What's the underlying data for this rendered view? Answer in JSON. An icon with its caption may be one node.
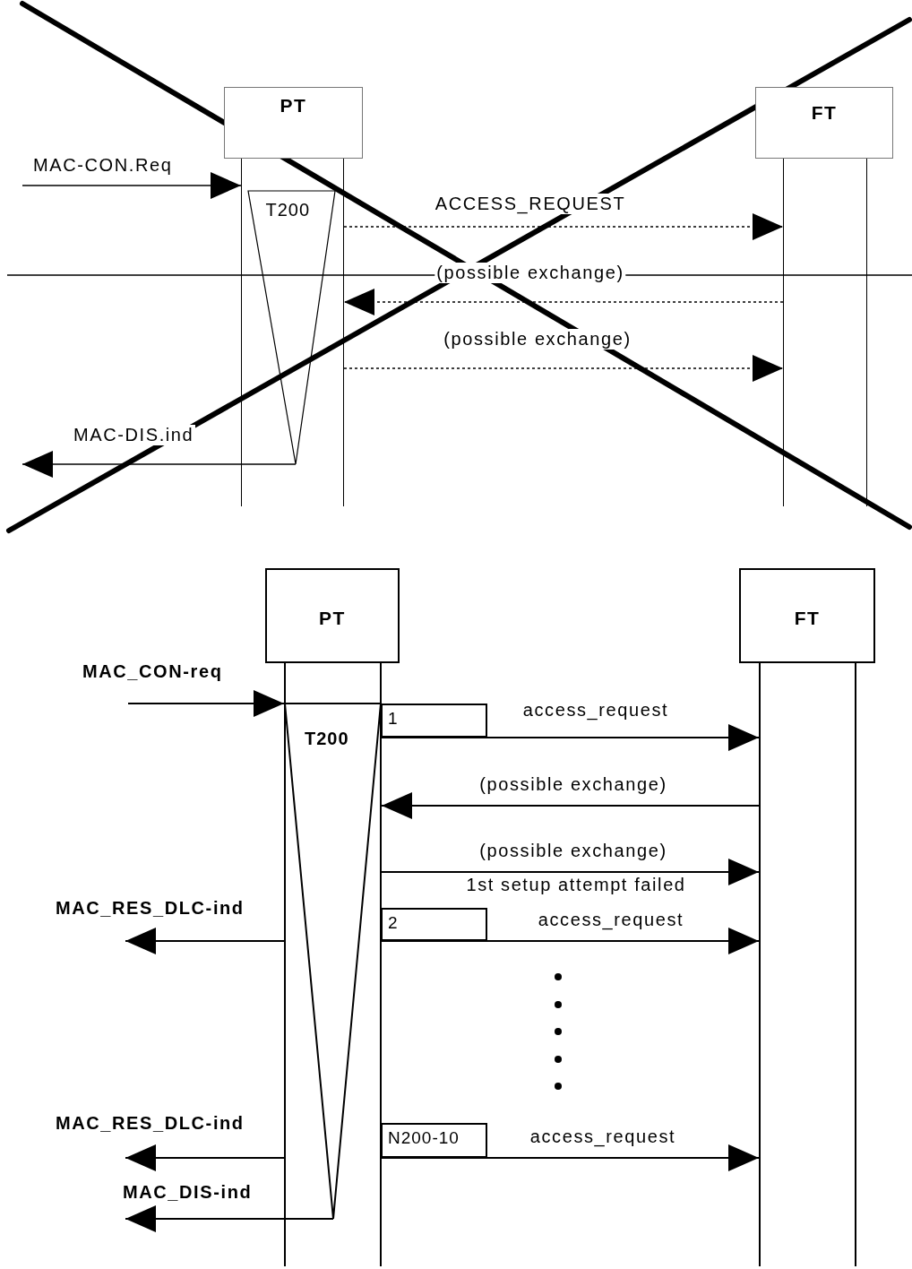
{
  "diagram": {
    "nodes": [
      {
        "text": [
          "PT"
        ]
      },
      {
        "text": [
          "FT"
        ]
      },
      {
        "text": [],
        "shape": "bar"
      },
      {
        "text": [],
        "shape": "bar"
      },
      {
        "text": [
          "T200"
        ],
        "in": 2
      },
      {
        "text": [
          "PT"
        ]
      },
      {
        "text": [
          "FT"
        ]
      },
      {
        "text": [],
        "shape": "bar"
      },
      {
        "text": [],
        "shape": "bar"
      },
      {
        "text": [
          "T200"
        ],
        "in": 7
      },
      {
        "text": [
          "1"
        ]
      },
      {
        "text": [
          "2"
        ]
      },
      {
        "text": [
          "N200-10"
        ]
      }
    ],
    "edges": [
      {
        "from": null,
        "to": 2,
        "arrow": "to",
        "label": "MAC-CON.Req"
      },
      {
        "from": 2,
        "to": 3,
        "arrow": "to",
        "label": "ACCESS_REQUEST",
        "style": "dashed"
      },
      {
        "from": 3,
        "to": 2,
        "arrow": "to",
        "label": "(possible exchange)",
        "style": "dashed"
      },
      {
        "from": 2,
        "to": 3,
        "arrow": "to",
        "label": "(possible exchange)",
        "style": "dashed"
      },
      {
        "from": 4,
        "to": null,
        "arrow": "to",
        "label": "MAC-DIS.ind"
      },
      {
        "from": null,
        "to": 7,
        "arrow": "to",
        "label": "MAC_CON-req"
      },
      {
        "from": 7,
        "to": 8,
        "arrow": "to",
        "label": "access_request"
      },
      {
        "from": 8,
        "to": 7,
        "arrow": "to",
        "label": "(possible exchange)"
      },
      {
        "from": 7,
        "to": 8,
        "arrow": "to",
        "label": "(possible exchange)"
      },
      {
        "from": 7,
        "to": null,
        "arrow": "to",
        "label": "MAC_RES_DLC-ind"
      },
      {
        "from": 7,
        "to": 8,
        "arrow": "to",
        "label": "access_request"
      },
      {
        "from": 7,
        "to": null,
        "arrow": "to",
        "label": "MAC_RES_DLC-ind"
      },
      {
        "from": 7,
        "to": 8,
        "arrow": "to",
        "label": "access_request"
      },
      {
        "from": 9,
        "to": null,
        "arrow": "to",
        "label": "MAC_DIS-ind"
      }
    ],
    "labels": [
      "1st setup attempt failed"
    ]
  }
}
